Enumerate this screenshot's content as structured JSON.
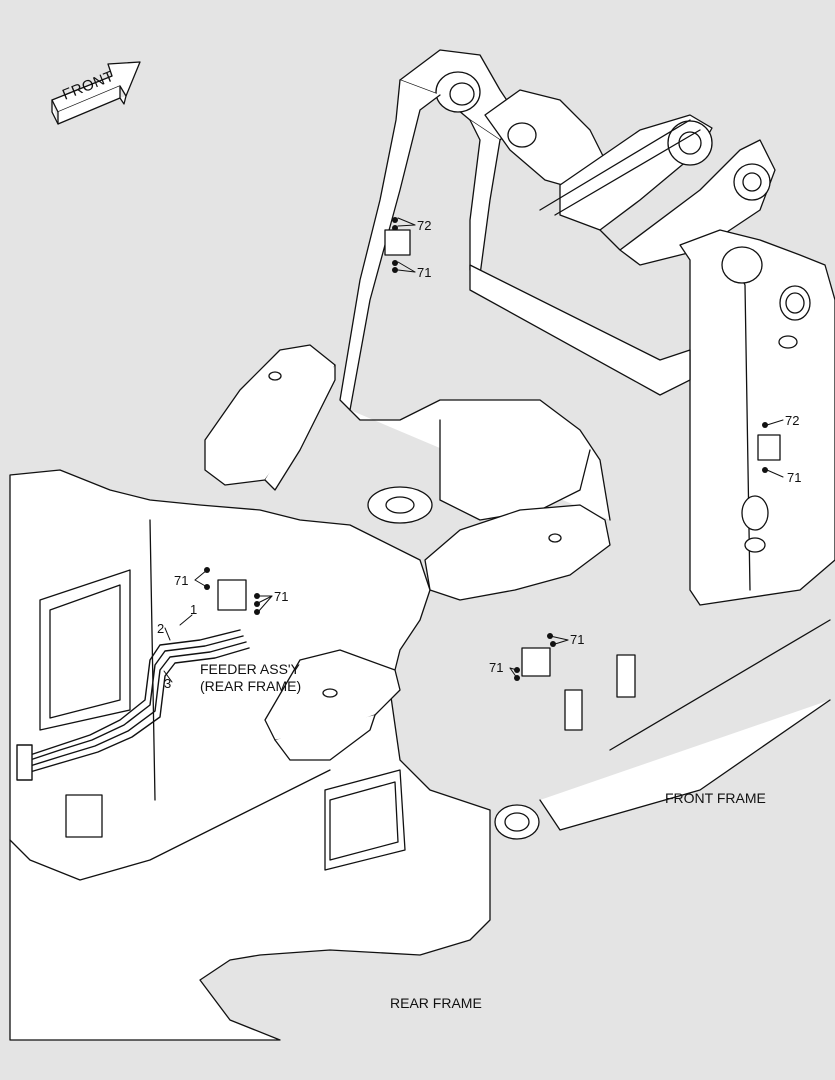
{
  "direction_indicator": {
    "label": "FRONT"
  },
  "callouts": {
    "c72_upper": "72",
    "c71_upper": "71",
    "c72_right": "72",
    "c71_right": "71",
    "c71_left_a": "71",
    "c71_left_b": "71",
    "c71_mid_a": "71",
    "c71_mid_b": "71",
    "c1": "1",
    "c2": "2",
    "c3": "3"
  },
  "labels": {
    "feeder_assy": "FEEDER ASS'Y\n(REAR FRAME)",
    "front_frame": "FRONT FRAME",
    "rear_frame": "REAR FRAME"
  }
}
